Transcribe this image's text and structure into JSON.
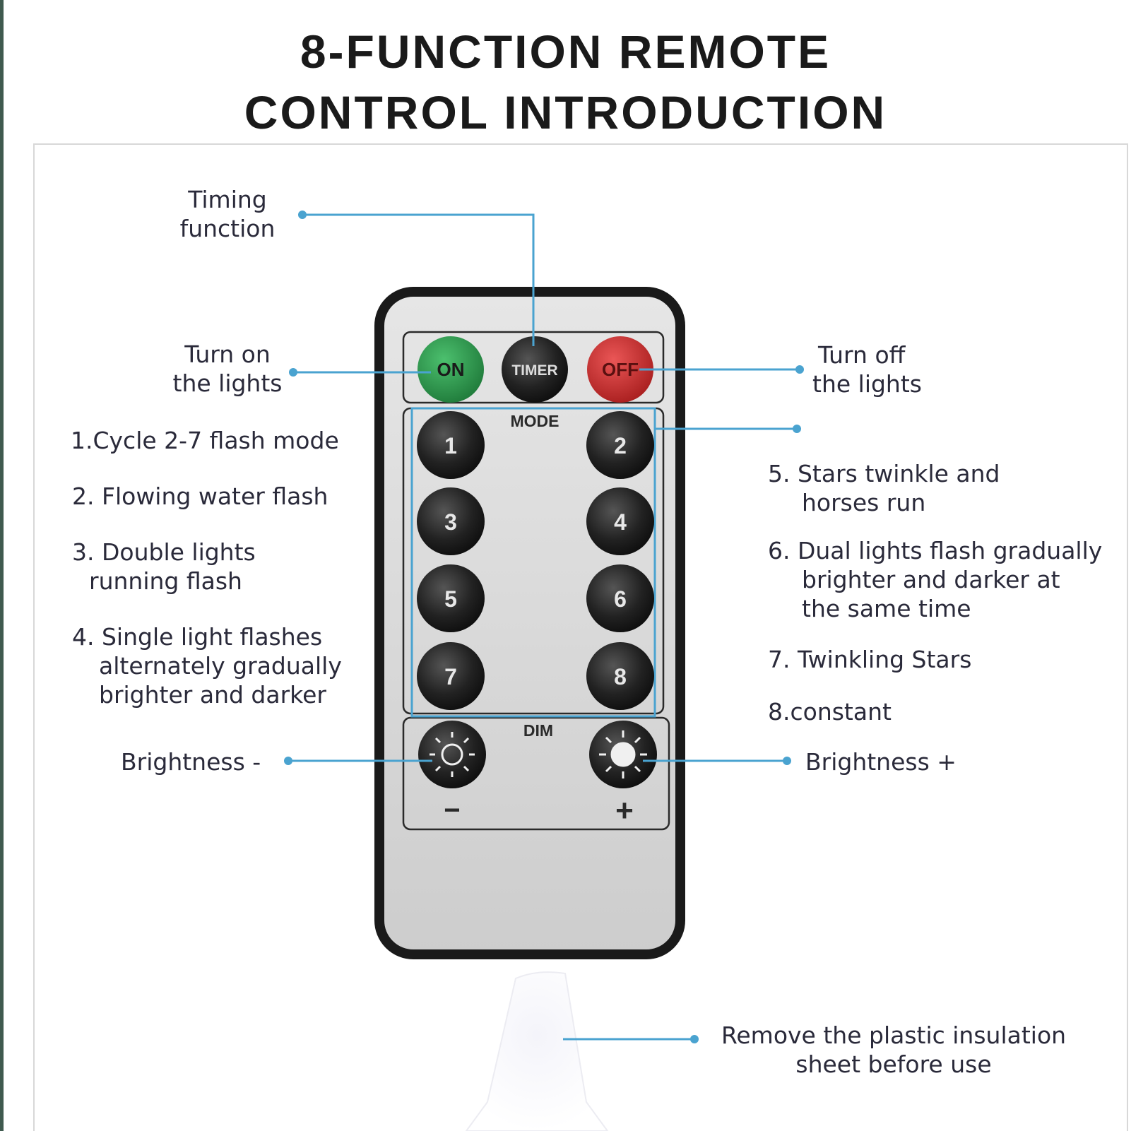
{
  "title": {
    "line1": "8-FUNCTION REMOTE",
    "line2": "CONTROL INTRODUCTION"
  },
  "remote": {
    "on": "ON",
    "timer": "TIMER",
    "off": "OFF",
    "mode": "MODE",
    "dim": "DIM",
    "keys": [
      "1",
      "2",
      "3",
      "4",
      "5",
      "6",
      "7",
      "8"
    ],
    "minus": "−",
    "plus": "+"
  },
  "labels": {
    "timing": [
      "Timing",
      "function"
    ],
    "turn_on": [
      "Turn on",
      "the lights"
    ],
    "turn_off": [
      "Turn off",
      "the lights"
    ],
    "mode1": "1.Cycle 2-7 flash mode",
    "mode2": "2. Flowing water flash",
    "mode3": [
      "3. Double lights",
      "running flash"
    ],
    "mode4": [
      "4. Single light flashes",
      "alternately gradually",
      "brighter and darker"
    ],
    "mode5": [
      "5. Stars twinkle and",
      "horses run"
    ],
    "mode6": [
      "6. Dual lights flash gradually",
      "brighter and darker at",
      "the same time"
    ],
    "mode7": "7. Twinkling Stars",
    "mode8": "8.constant",
    "brightness_minus": "Brightness -",
    "brightness_plus": "Brightness +",
    "remove_sheet": [
      "Remove the plastic insulation",
      "sheet before use"
    ]
  },
  "colors": {
    "callout": "#4aa3d0",
    "on": "#2f9a4f",
    "off": "#d33a3a",
    "key": "#1c1c1c",
    "remote_body": "#d4d4d4",
    "remote_border": "#1a1a1a"
  }
}
